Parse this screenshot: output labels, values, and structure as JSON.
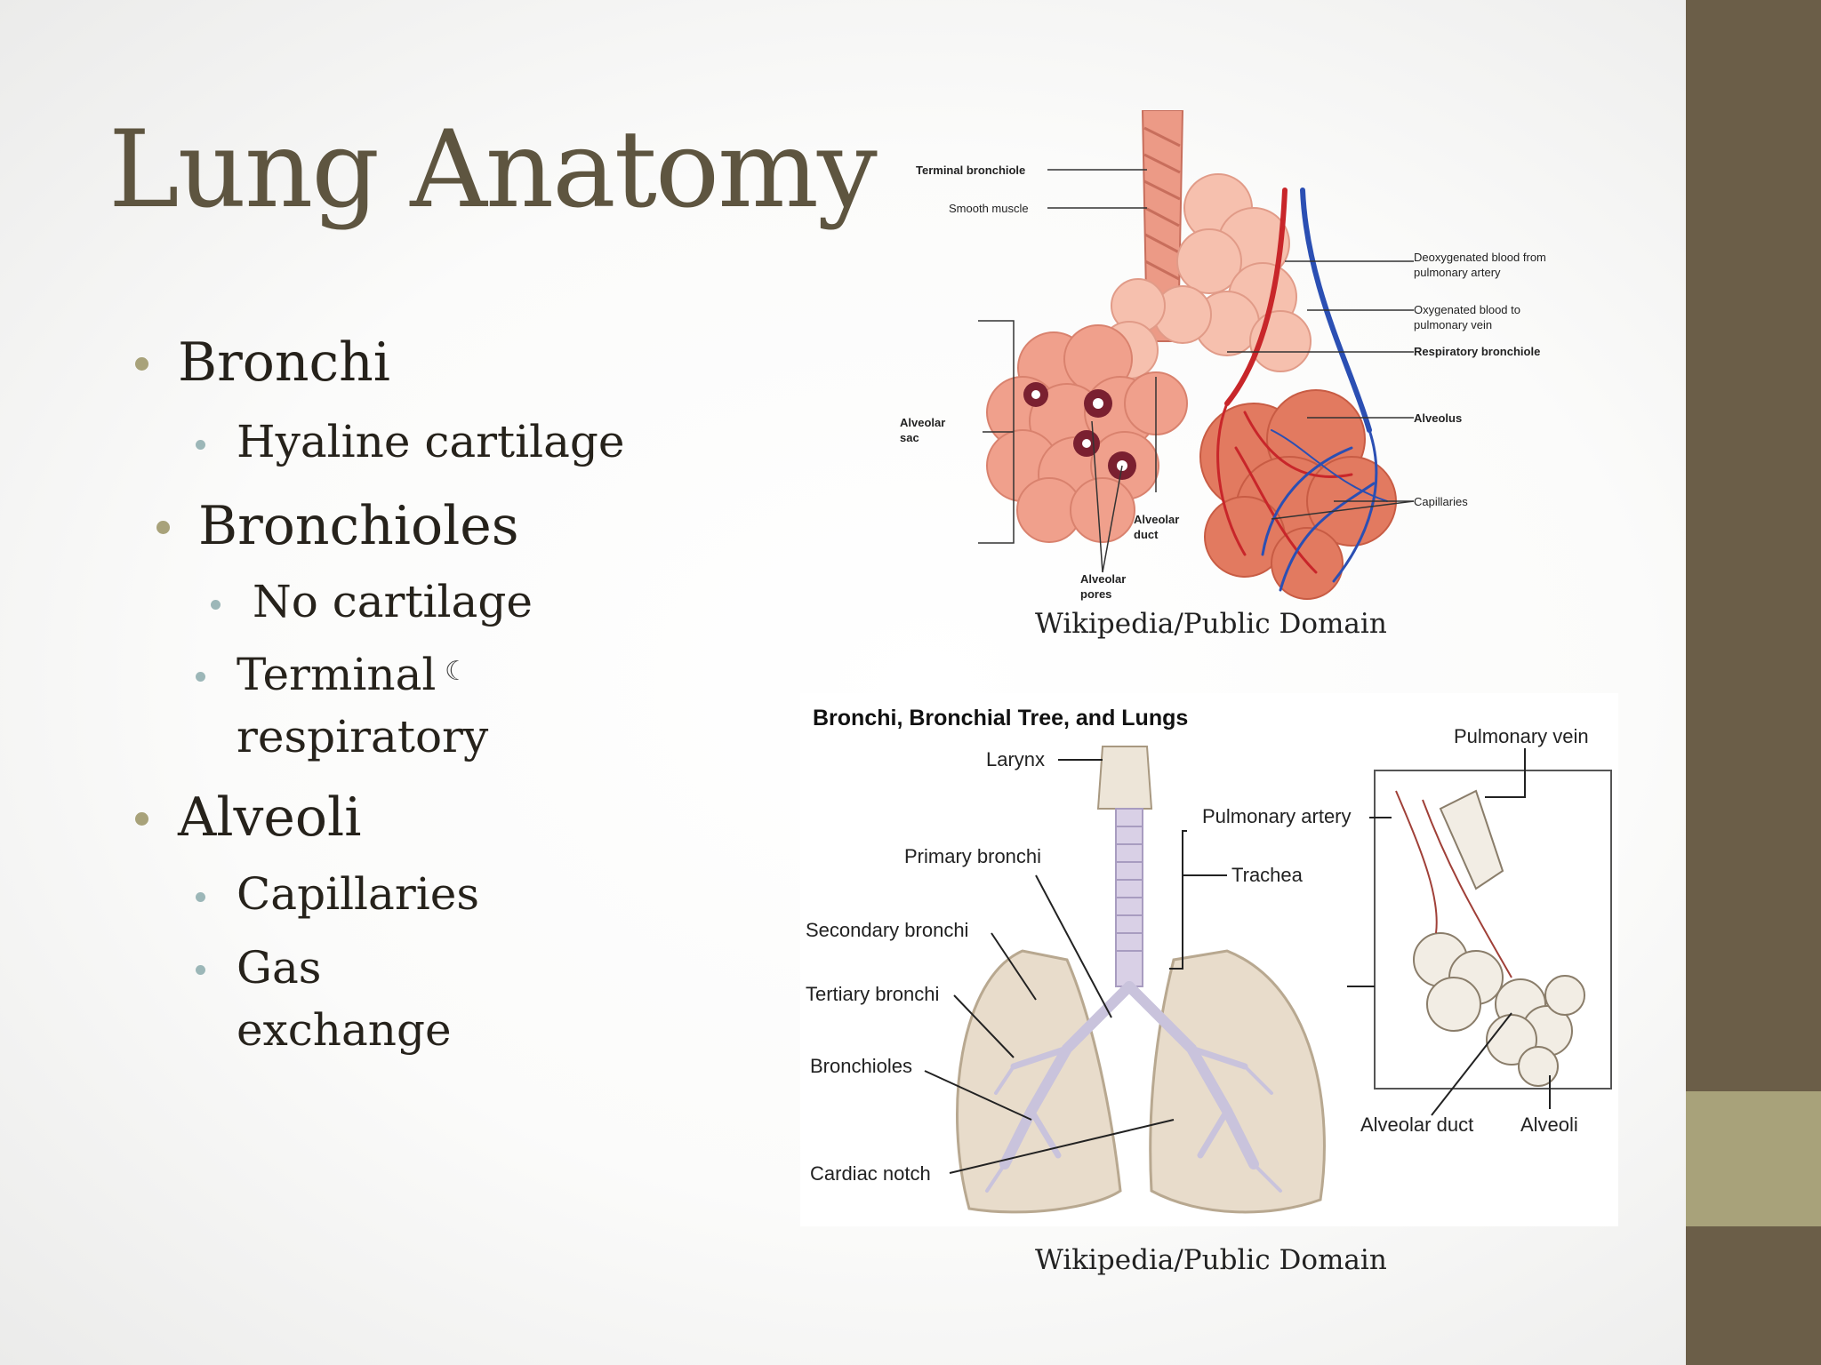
{
  "slide": {
    "title": "Lung Anatomy",
    "bullets": [
      {
        "text": "Bronchi",
        "sub": [
          "Hyaline cartilage"
        ]
      },
      {
        "text": "Bronchioles",
        "sub": [
          "No cartilage",
          "Terminal",
          "respiratory"
        ]
      },
      {
        "text": "Alveoli",
        "sub": [
          "Capillaries",
          "Gas",
          "exchange"
        ]
      }
    ],
    "moon_glyph": "☾"
  },
  "figure_top": {
    "caption": "Wikipedia/Public Domain",
    "labels": {
      "terminal_bronchiole": "Terminal bronchiole",
      "smooth_muscle": "Smooth muscle",
      "deoxy_1": "Deoxygenated blood from",
      "deoxy_2": "pulmonary artery",
      "oxy_1": "Oxygenated blood to",
      "oxy_2": "pulmonary vein",
      "resp_bronchiole": "Respiratory bronchiole",
      "alveolar_sac_1": "Alveolar",
      "alveolar_sac_2": "sac",
      "alveolus": "Alveolus",
      "capillaries": "Capillaries",
      "alveolar_duct_1": "Alveolar",
      "alveolar_duct_2": "duct",
      "alveolar_pores_1": "Alveolar",
      "alveolar_pores_2": "pores"
    },
    "colors": {
      "tissue": "#e8907c",
      "artery": "#c8262a",
      "vein": "#2b4fb3"
    }
  },
  "figure_bottom": {
    "caption": "Wikipedia/Public Domain",
    "labels": {
      "title": "Bronchi, Bronchial Tree, and Lungs",
      "larynx": "Larynx",
      "pulmonary_vein": "Pulmonary vein",
      "pulmonary_artery": "Pulmonary artery",
      "primary_bronchi": "Primary bronchi",
      "trachea": "Trachea",
      "secondary_bronchi": "Secondary bronchi",
      "tertiary_bronchi": "Tertiary bronchi",
      "bronchioles": "Bronchioles",
      "cardiac_notch": "Cardiac notch",
      "alveolar_duct": "Alveolar duct",
      "alveoli": "Alveoli"
    },
    "colors": {
      "lung": "#e2d5c4",
      "tree": "#c9c3dc"
    }
  }
}
